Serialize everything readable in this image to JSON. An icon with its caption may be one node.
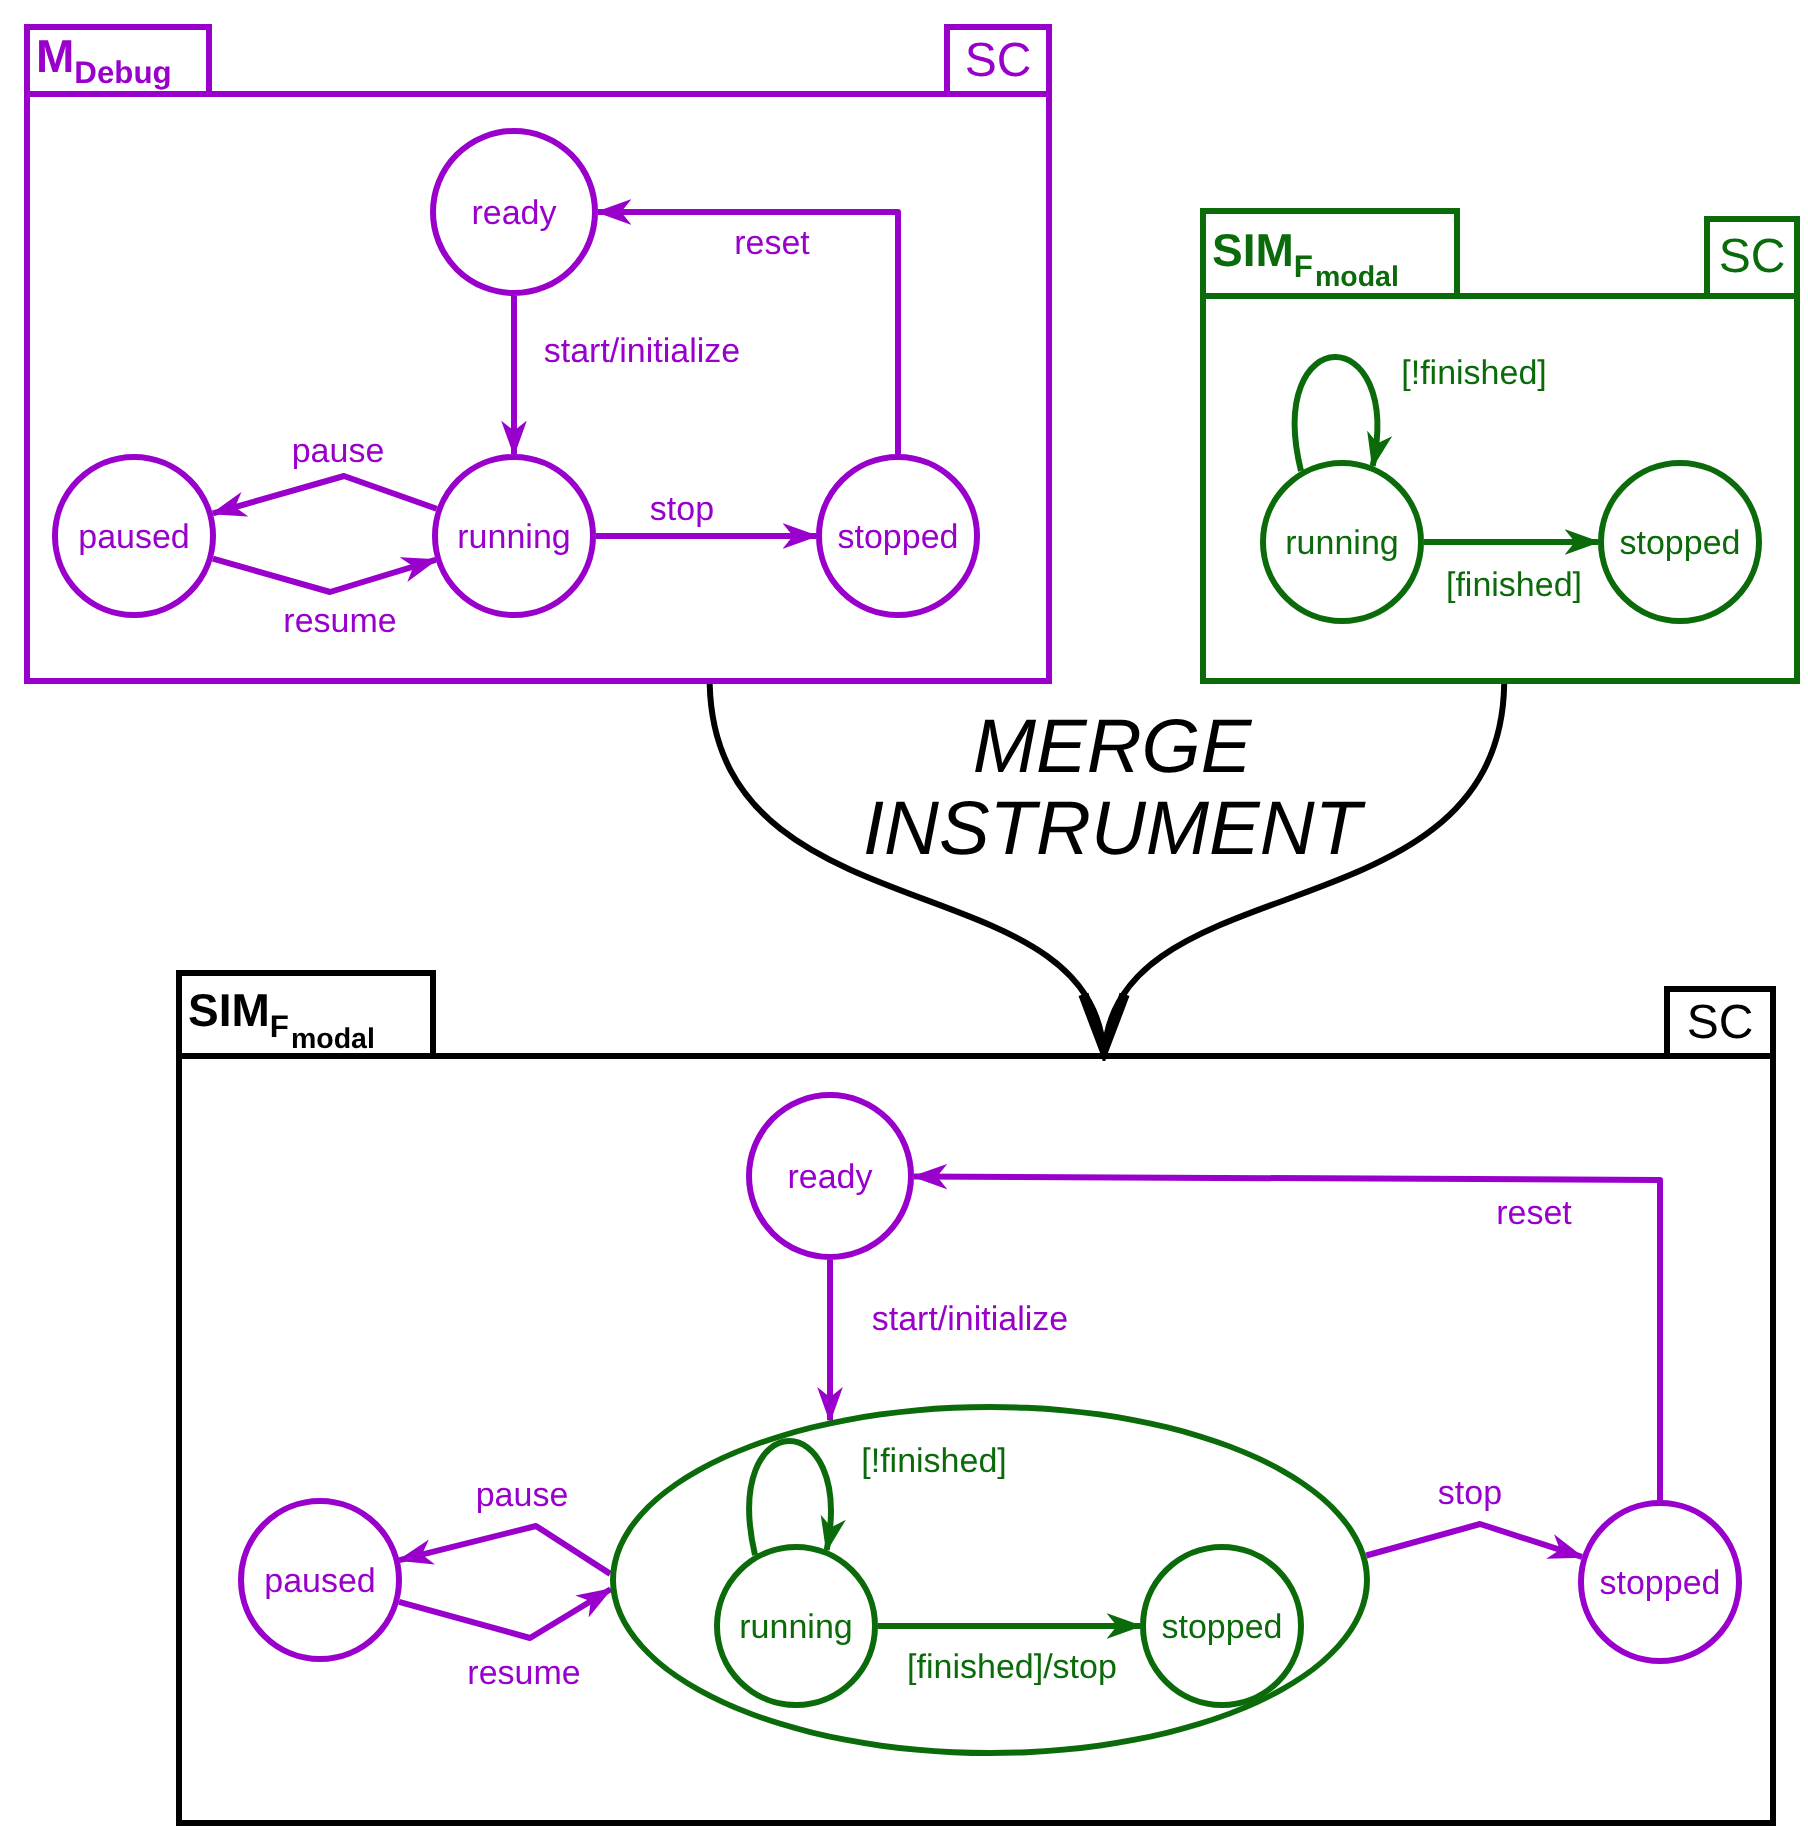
{
  "diagram": {
    "nodes": [
      {
        "text": [
          "M$_{Debug}$",
          "SC"
        ]
      },
      {
        "text": [
          "ready"
        ],
        "in": 0
      },
      {
        "text": [
          "running"
        ],
        "in": 0
      },
      {
        "text": [
          "paused"
        ],
        "in": 0
      },
      {
        "text": [
          "stopped"
        ],
        "in": 0
      },
      {
        "text": [
          "SIM$_{F}$$_{modal}$",
          "SC"
        ]
      },
      {
        "text": [
          "running"
        ],
        "in": 5
      },
      {
        "text": [
          "stopped"
        ],
        "in": 5
      },
      {
        "text": [
          "SIM$_{F}$$_{modal}$",
          "SC"
        ]
      },
      {
        "text": [
          "ready"
        ],
        "in": 8
      },
      {
        "text": [],
        "shape": "ellipse",
        "in": 8
      },
      {
        "text": [
          "running"
        ],
        "in": 10
      },
      {
        "text": [
          "stopped"
        ],
        "in": 10
      },
      {
        "text": [
          "paused"
        ],
        "in": 8
      },
      {
        "text": [
          "stopped"
        ],
        "in": 8
      }
    ],
    "edges": [
      {
        "from": 1,
        "to": 2,
        "arrow": "to",
        "label": "start/initialize"
      },
      {
        "from": 2,
        "to": 3,
        "arrow": "to",
        "label": "pause"
      },
      {
        "from": 3,
        "to": 2,
        "arrow": "to",
        "label": "resume"
      },
      {
        "from": 2,
        "to": 4,
        "arrow": "to",
        "label": "stop"
      },
      {
        "from": 4,
        "to": 1,
        "arrow": "to",
        "label": "reset"
      },
      {
        "from": 6,
        "to": 6,
        "arrow": "to",
        "label": "[!finished]",
        "color": "#0b6b0b"
      },
      {
        "from": 6,
        "to": 7,
        "arrow": "to",
        "label": "[finished]",
        "color": "#0b6b0b"
      },
      {
        "from": 9,
        "to": 10,
        "arrow": "to",
        "label": "start/initialize"
      },
      {
        "from": 10,
        "to": 13,
        "arrow": "to",
        "label": "pause"
      },
      {
        "from": 13,
        "to": 10,
        "arrow": "to",
        "label": "resume"
      },
      {
        "from": 10,
        "to": 14,
        "arrow": "to",
        "label": "stop"
      },
      {
        "from": 14,
        "to": 9,
        "arrow": "to",
        "label": "reset"
      },
      {
        "from": 11,
        "to": 11,
        "arrow": "to",
        "label": "[!finished]",
        "color": "#0b6b0b"
      },
      {
        "from": 11,
        "to": 12,
        "arrow": "to",
        "label": "[finished]/stop",
        "color": "#0b6b0b"
      },
      {
        "from": 0,
        "to": 8,
        "arrow": "to",
        "color": "#000000"
      },
      {
        "from": 5,
        "to": 8,
        "arrow": "to",
        "color": "#000000"
      }
    ],
    "labels": [
      "MERGE INSTRUMENT"
    ]
  }
}
